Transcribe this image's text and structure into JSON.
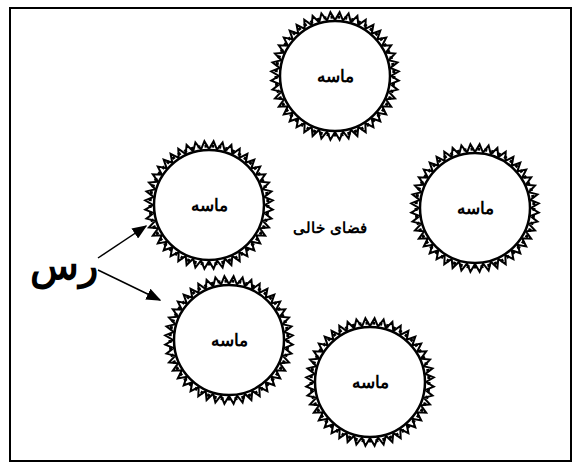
{
  "diagram": {
    "nodes": [
      {
        "text": [
          "ماسه"
        ]
      },
      {
        "text": [
          "ماسه"
        ]
      },
      {
        "text": [
          "ماسه"
        ]
      },
      {
        "text": [
          "ماسه"
        ]
      },
      {
        "text": [
          "ماسه"
        ]
      }
    ],
    "labels": [
      "فضای خالی",
      "رس"
    ]
  }
}
